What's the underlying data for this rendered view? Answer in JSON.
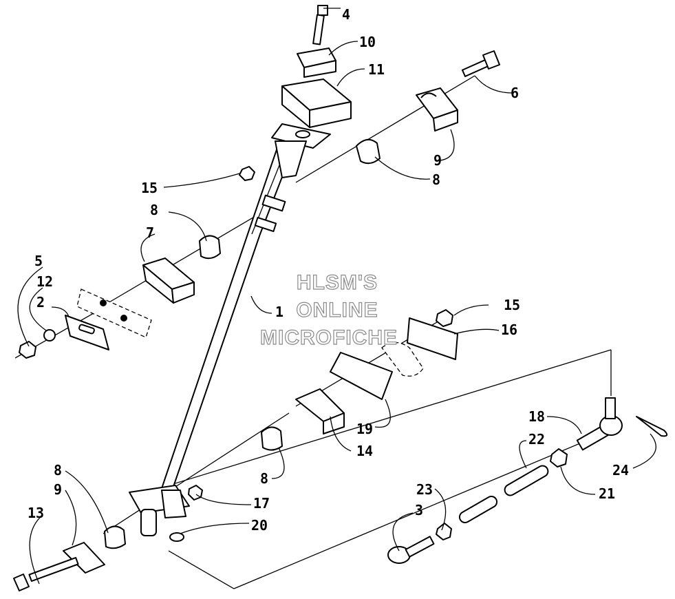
{
  "watermark": [
    "HLSM'S",
    "ONLINE",
    "MICROFICHE"
  ],
  "callouts": [
    {
      "key": "c4",
      "label": "4"
    },
    {
      "key": "c10",
      "label": "10"
    },
    {
      "key": "c11",
      "label": "11"
    },
    {
      "key": "c6",
      "label": "6"
    },
    {
      "key": "c9a",
      "label": "9"
    },
    {
      "key": "c8a",
      "label": "8"
    },
    {
      "key": "c15a",
      "label": "15"
    },
    {
      "key": "c8b",
      "label": "8"
    },
    {
      "key": "c7",
      "label": "7"
    },
    {
      "key": "c5",
      "label": "5"
    },
    {
      "key": "c12",
      "label": "12"
    },
    {
      "key": "c2",
      "label": "2"
    },
    {
      "key": "c1",
      "label": "1"
    },
    {
      "key": "c15b",
      "label": "15"
    },
    {
      "key": "c16",
      "label": "16"
    },
    {
      "key": "c19",
      "label": "19"
    },
    {
      "key": "c14",
      "label": "14"
    },
    {
      "key": "c8c",
      "label": "8"
    },
    {
      "key": "c18",
      "label": "18"
    },
    {
      "key": "c22",
      "label": "22"
    },
    {
      "key": "c24",
      "label": "24"
    },
    {
      "key": "c21",
      "label": "21"
    },
    {
      "key": "c23",
      "label": "23"
    },
    {
      "key": "c3",
      "label": "3"
    },
    {
      "key": "c17",
      "label": "17"
    },
    {
      "key": "c20",
      "label": "20"
    },
    {
      "key": "c8d",
      "label": "8"
    },
    {
      "key": "c9b",
      "label": "9"
    },
    {
      "key": "c13",
      "label": "13"
    }
  ]
}
